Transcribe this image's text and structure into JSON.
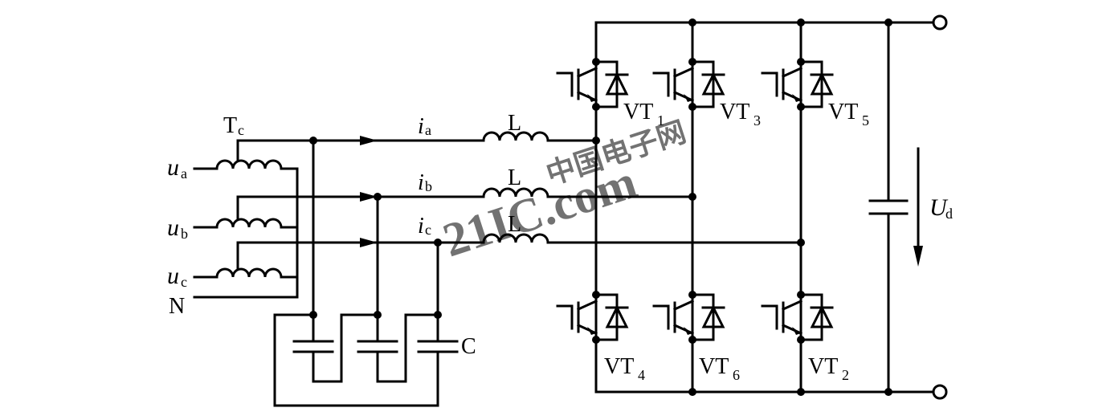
{
  "labels": {
    "ua_u": "u",
    "ua_s": "a",
    "ub_u": "u",
    "ub_s": "b",
    "uc_u": "u",
    "uc_s": "c",
    "N": "N",
    "tc_T": "T",
    "tc_s": "c",
    "ia_i": "i",
    "ia_s": "a",
    "ib_i": "i",
    "ib_s": "b",
    "ic_i": "i",
    "ic_s": "c",
    "L1": "L",
    "L2": "L",
    "L3": "L",
    "C": "C",
    "vt1": "VT",
    "vt1_s": "1",
    "vt3": "VT",
    "vt3_s": "3",
    "vt5": "VT",
    "vt5_s": "5",
    "vt4": "VT",
    "vt4_s": "4",
    "vt6": "VT",
    "vt6_s": "6",
    "vt2": "VT",
    "vt2_s": "2",
    "ud_U": "U",
    "ud_s": "d"
  },
  "watermark": {
    "line1": "中国电子网",
    "line2": "21IC.com"
  }
}
